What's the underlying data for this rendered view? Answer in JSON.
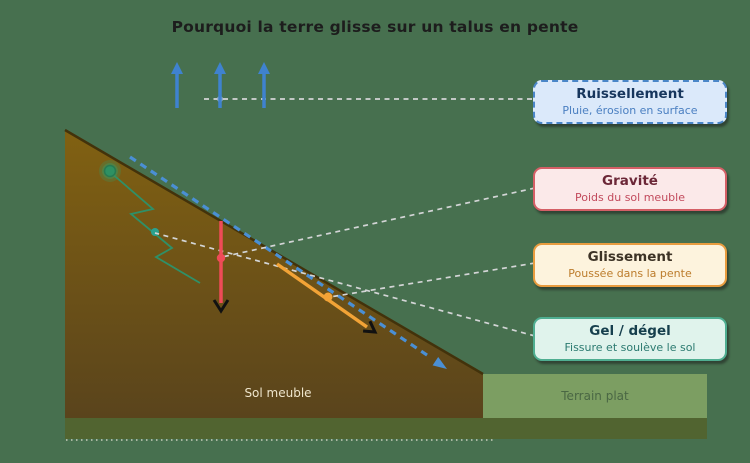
{
  "title": "Pourquoi la terre glisse sur un talus en pente",
  "callouts": [
    {
      "title": "Ruissellement",
      "subtitle": "Pluie, érosion en surface",
      "accent": "#4a86c8",
      "bg": "#dbe9fa",
      "border_style": "dashed"
    },
    {
      "title": "Gravité",
      "subtitle": "Poids du sol meuble",
      "accent": "#d45f66",
      "bg": "#fbe9e9",
      "border_style": "solid"
    },
    {
      "title": "Glissement",
      "subtitle": "Poussée dans la pente",
      "accent": "#e89c3f",
      "bg": "#fdf3dd",
      "border_style": "solid"
    },
    {
      "title": "Gel / dégel",
      "subtitle": "Fissure et soulève le sol",
      "accent": "#4fae91",
      "bg": "#e0f3ec",
      "border_style": "solid"
    }
  ],
  "ground": {
    "slope_label": "Sol meuble",
    "flat_label": "Terrain plat"
  },
  "colors": {
    "background": "#47704f",
    "slope_top": "#816112",
    "slope_bottom": "#5a441c",
    "slope_edge": "#42320b",
    "flat_terrain": "#7c9e62",
    "substrate": "#516430",
    "rain_arrows": "#3f82cf",
    "slide_dashed_line": "#4a8fd4",
    "gravity_arrow": "#ef4b57",
    "slide_arrow": "#f2a336",
    "frost_crack": "#2f9068",
    "frost_dot": "#2ba18f",
    "connector": "#d3d5d6",
    "arrowheads": "#111111"
  }
}
